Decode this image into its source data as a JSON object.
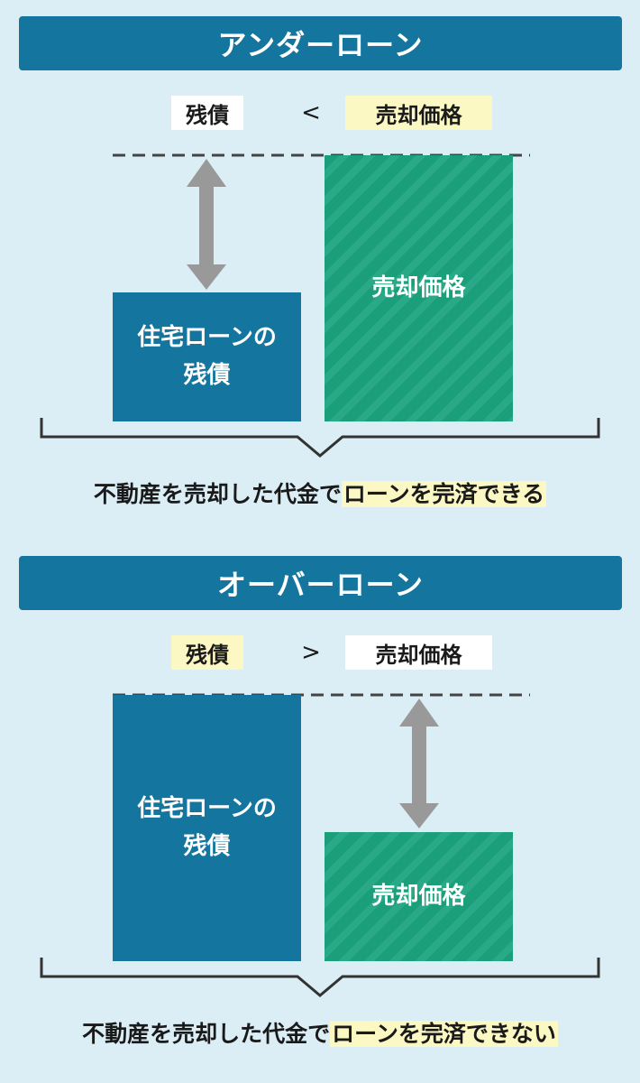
{
  "under": {
    "title": "アンダーローン",
    "label_left": "残債",
    "comparator": "<",
    "label_right": "売却価格",
    "loan_box_line1": "住宅ローンの",
    "loan_box_line2": "残債",
    "sale_box": "売却価格",
    "caption_plain": "不動産を売却した代金で",
    "caption_highlight": "ローンを完済できる"
  },
  "over": {
    "title": "オーバーローン",
    "label_left": "残債",
    "comparator": ">",
    "label_right": "売却価格",
    "loan_box_line1": "住宅ローンの",
    "loan_box_line2": "残債",
    "sale_box": "売却価格",
    "caption_plain": "不動産を売却した代金で",
    "caption_highlight": "ローンを完済できない"
  },
  "colors": {
    "background": "#dbeef6",
    "header": "#14769f",
    "loan": "#14769f",
    "sale": "#1a9f7a",
    "highlight": "#fcf8c4",
    "arrow": "#999999"
  }
}
